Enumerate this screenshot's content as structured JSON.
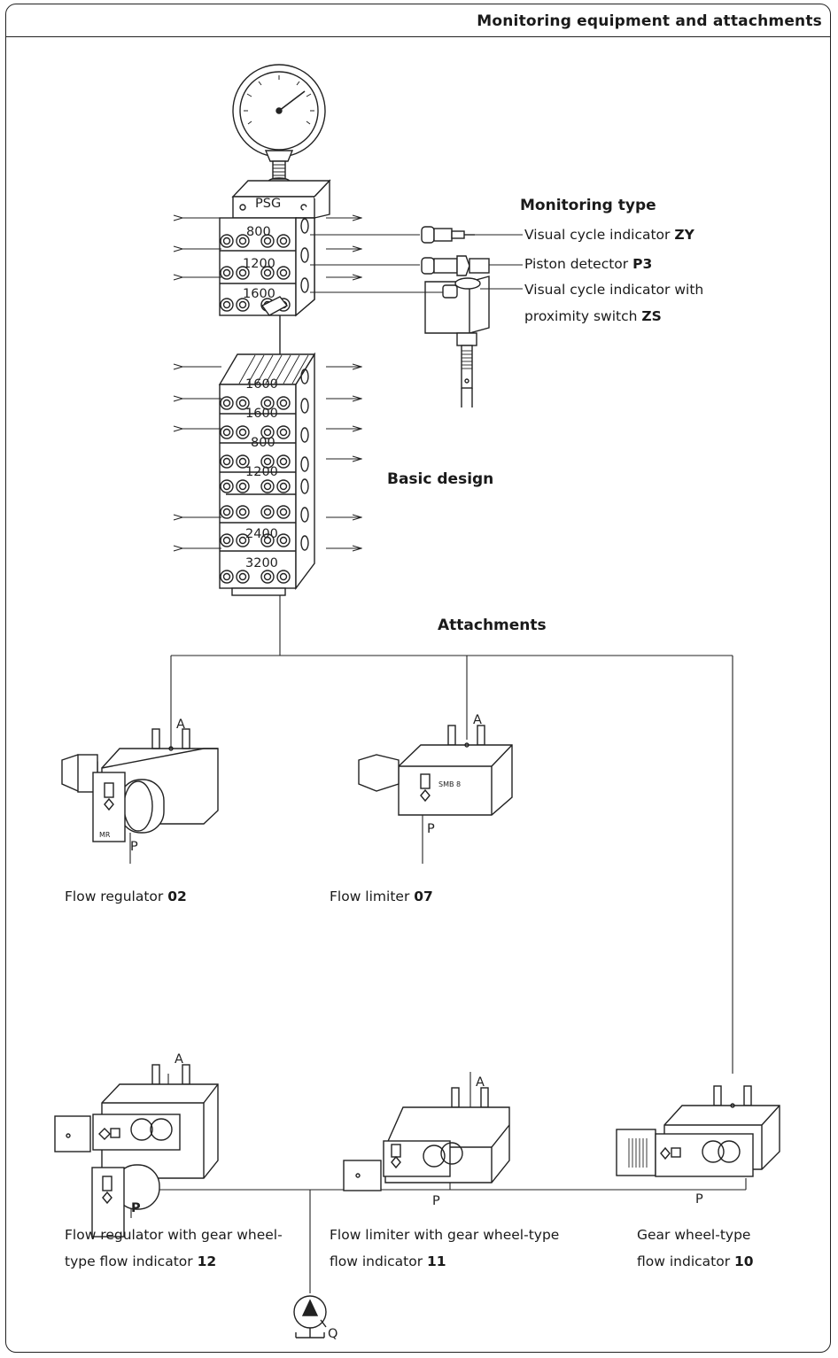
{
  "header": {
    "title": "Monitoring equipment and attachments"
  },
  "top_block": {
    "cap_label": "PSG",
    "sections": [
      "800",
      "1200",
      "1600"
    ]
  },
  "monitoring": {
    "heading": "Monitoring type",
    "items": [
      {
        "text": "Visual cycle indicator ",
        "code": "ZY"
      },
      {
        "text": "Piston detector ",
        "code": "P3"
      },
      {
        "text": "Visual cycle indicator with",
        "text2": "proximity switch ",
        "code": "ZS"
      }
    ]
  },
  "basic_block": {
    "heading": "Basic design",
    "sections": [
      "1600",
      "1600",
      "800",
      "1200",
      "",
      "2400",
      "3200"
    ]
  },
  "attachments": {
    "heading": "Attachments",
    "port_a": "A",
    "port_p": "P",
    "pump_label": "Q",
    "device_labels": {
      "mr": "MR",
      "smb": "SMB 8"
    },
    "items": [
      {
        "text": "Flow regulator ",
        "code": "02"
      },
      {
        "text": "Flow limiter ",
        "code": "07"
      },
      {
        "line1": "Flow regulator with gear wheel-",
        "line2": "type flow indicator ",
        "code": "12"
      },
      {
        "line1": "Flow limiter with gear wheel-type",
        "line2": "flow indicator ",
        "code": "11"
      },
      {
        "line1": "Gear wheel-type",
        "line2": "flow indicator ",
        "code": "10"
      }
    ]
  }
}
